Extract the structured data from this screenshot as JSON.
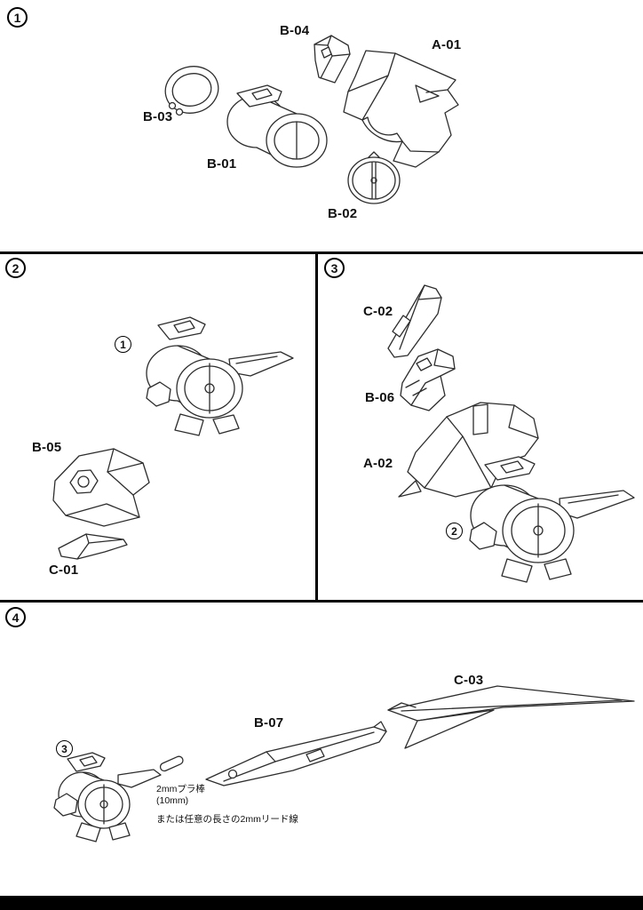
{
  "sheet": {
    "line_color": "#2d2d2d",
    "badges": {
      "step1": "1",
      "step2": "2",
      "step3": "3",
      "step4": "4"
    },
    "ref_badges": {
      "step2": "1",
      "step3": "2",
      "step4": "3"
    },
    "labels": {
      "b04": "B-04",
      "a01": "A-01",
      "b03": "B-03",
      "b01": "B-01",
      "b02": "B-02",
      "b05": "B-05",
      "c01": "C-01",
      "c02": "C-02",
      "b06": "B-06",
      "a02": "A-02",
      "c03": "C-03",
      "b07": "B-07"
    },
    "notes": {
      "rod_name": "2mmプラ棒",
      "rod_length": "(10mm)",
      "alternative": "または任意の長さの2mmリード線"
    }
  }
}
